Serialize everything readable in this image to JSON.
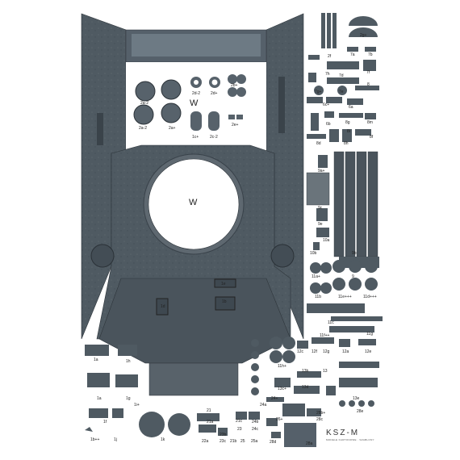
{
  "sheet": {
    "logo": "KSZ-M",
    "logo_sub": "MODELE KARTONOWE · SZABLONY",
    "big_w_top": "W",
    "big_w_center": "W",
    "panel_color": "#4f5a62",
    "panel_dark": "#3d4750",
    "panel_light": "#6a747b"
  },
  "labels": {
    "l2a2a": "2a-2",
    "l2d2": "2d-2",
    "l2d": "2d+",
    "l2b": "2b+",
    "l2a2b": "2a-2",
    "l2a": "2a+",
    "l1c": "1c+",
    "l2c2": "2c-2",
    "l2e": "2e+",
    "l2g": "2g+",
    "l7a": "7a",
    "l7b": "7b",
    "l2f": "2f",
    "l7f": "7f",
    "l7h": "7h",
    "l7d": "7d",
    "l7g": "7g+",
    "l7e": "7e",
    "l8": "8",
    "l6c": "6c+",
    "l6a": "6a",
    "l6b": "6b",
    "l8g": "8g",
    "l8m": "8m",
    "l8i": "8i",
    "l8d": "8d",
    "l8h": "8h",
    "l8f": "8f",
    "l9a": "9a+",
    "l9c": "9c",
    "l9e": "9e",
    "l10a": "10a",
    "l10b": "10b",
    "l9b": "9b",
    "l11a": "11a+",
    "l9": "9",
    "l11b": "11b",
    "l11e": "11e+++",
    "l11d": "11d+++",
    "l11c": "11c",
    "l11f": "11f++",
    "l11g": "11g",
    "l12c": "12c",
    "l12f": "12f",
    "l12g": "12g",
    "l12a": "12a",
    "l12e": "12e",
    "l11h": "11h+",
    "l13b": "13b",
    "l13": "13",
    "l13c": "13c+",
    "l13d": "13d",
    "l13e": "13e",
    "l24": "24+",
    "l24a": "24a",
    "l28b": "28b+",
    "l28c": "28c",
    "l28e": "28e",
    "l26": "26+",
    "l28a": "28a",
    "l28d": "28d",
    "l1e": "1e",
    "l1b": "1b",
    "l1d": "1d",
    "l1a": "1a",
    "l1h": "1h",
    "l1a2": "1a",
    "l1g": "1g",
    "l1f": "1f",
    "l1i": "1i+",
    "l1j": "1j",
    "l1k": "1k",
    "l1f2": "1f",
    "l1b2": "1b++",
    "l21": "21",
    "l21a": "21a",
    "l21c": "21c",
    "l22a": "22a",
    "l23": "23",
    "l23b": "23b",
    "l24b": "24b",
    "l24c": "24c",
    "l25": "25",
    "l25a": "25a",
    "l21b": "21b",
    "l23c": "23c"
  }
}
